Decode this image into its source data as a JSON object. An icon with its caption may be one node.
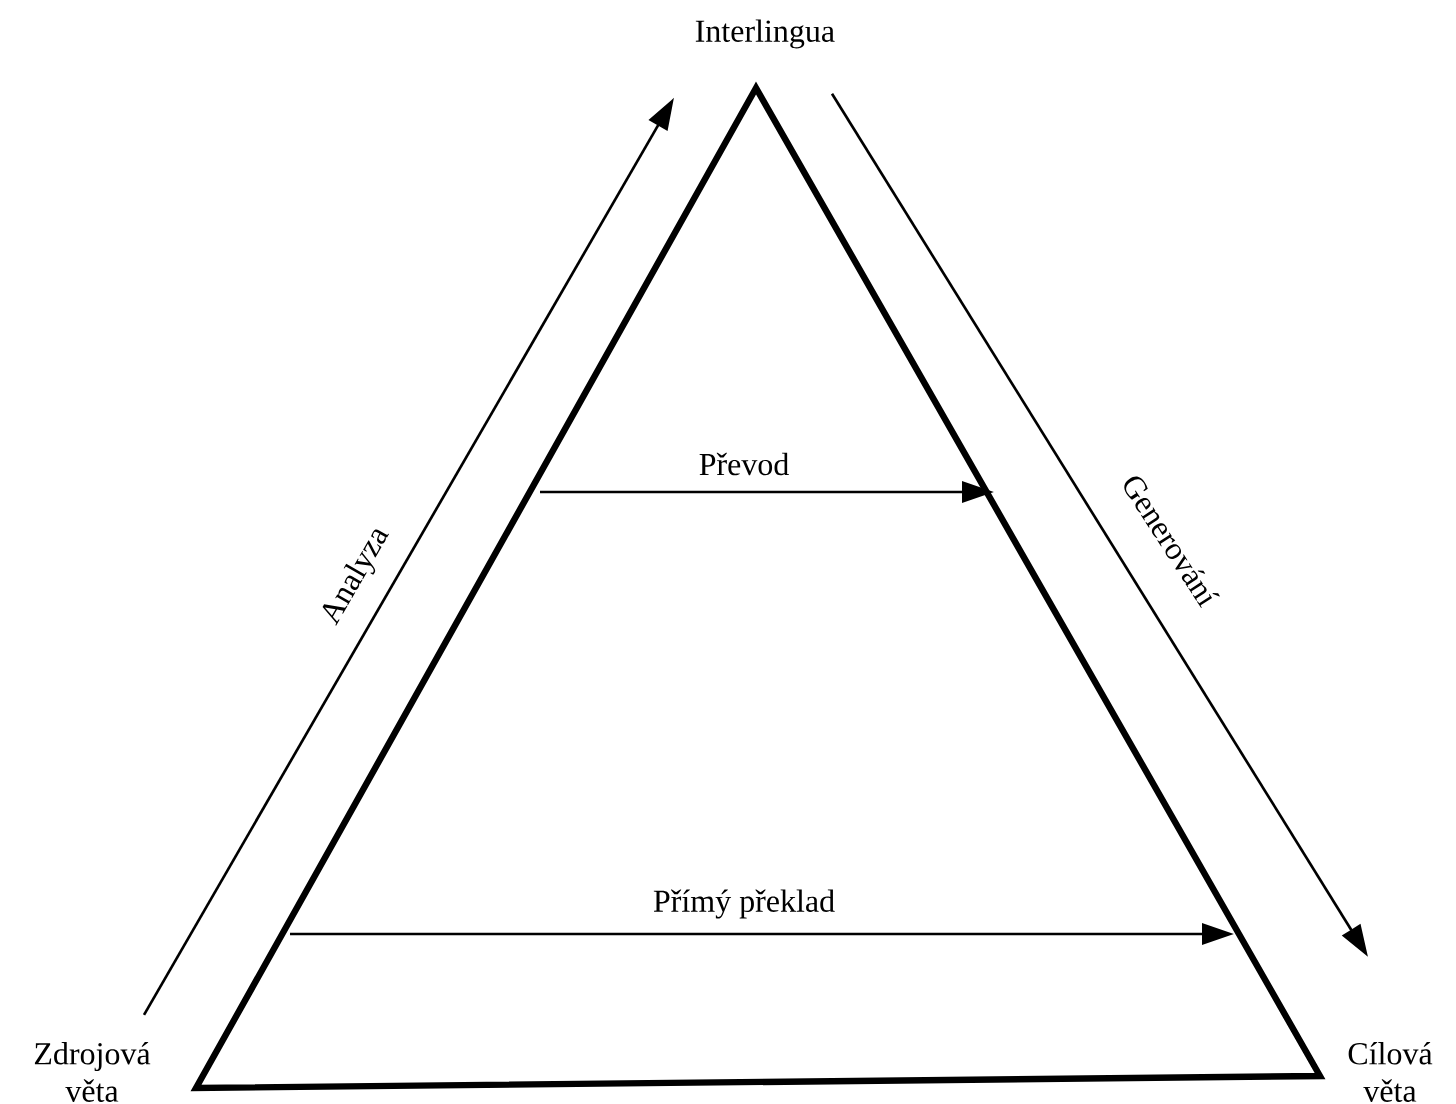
{
  "diagram": {
    "nodes": [
      {
        "text": [
          "Interlingua"
        ]
      },
      {
        "text": [
          "Zdrojová věta"
        ]
      },
      {
        "text": [
          "Cílová věta"
        ]
      }
    ],
    "edges": [
      {
        "from": 1,
        "to": 0,
        "arrow": "to",
        "label": "Analyza"
      },
      {
        "from": 0,
        "to": 2,
        "arrow": "to",
        "label": "Generování"
      }
    ],
    "labels": [
      "Převod",
      "Přímý překlad"
    ]
  }
}
